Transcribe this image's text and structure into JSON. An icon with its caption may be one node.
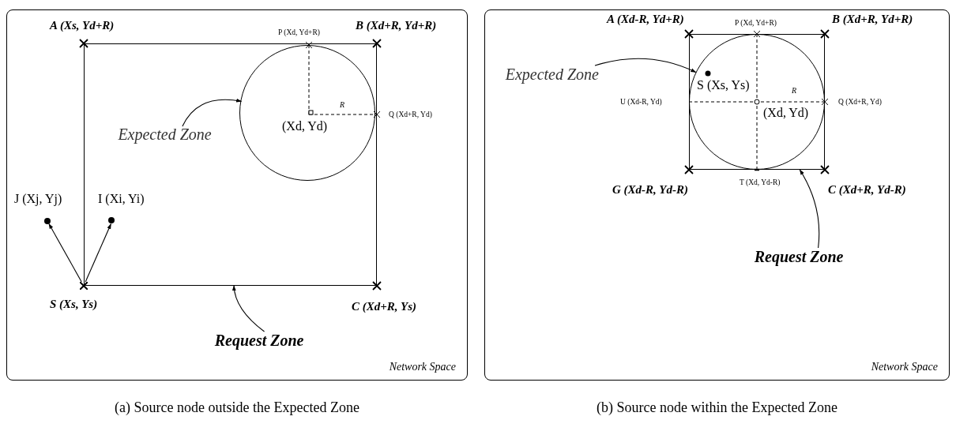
{
  "diagram": {
    "nodes": [
      {
        "text": [
          "Network Space"
        ],
        "beside": [
          "(a) Source node outside the Expected Zone"
        ]
      },
      {
        "text": [],
        "shape": "box",
        "in": 0
      },
      {
        "text": [],
        "shape": "circle",
        "in": 1
      },
      {
        "text": [
          "Expected Zone"
        ],
        "in": 1
      },
      {
        "text": [
          "Request Zone"
        ],
        "in": 0
      },
      {
        "text": [],
        "shape": "cross",
        "in": 0
      },
      {
        "text": [],
        "shape": "dot",
        "in": 0
      },
      {
        "text": [],
        "shape": "dot",
        "in": 1
      },
      {
        "text": [
          "Network Space"
        ],
        "beside": [
          "(b) Source node within the Expected Zone"
        ]
      },
      {
        "text": [],
        "shape": "box",
        "in": 8
      },
      {
        "text": [],
        "shape": "circle",
        "in": 8
      },
      {
        "text": [
          "Expected Zone"
        ],
        "in": 8
      },
      {
        "text": [
          "Request Zone"
        ],
        "in": 8
      }
    ],
    "edges": [
      {
        "from": 3,
        "to": 2,
        "arrow": "to"
      },
      {
        "from": 4,
        "to": 1,
        "arrow": "to"
      },
      {
        "from": 5,
        "to": 6,
        "arrow": "to"
      },
      {
        "from": 5,
        "to": 7,
        "arrow": "to"
      },
      {
        "from": 11,
        "to": 10,
        "arrow": "to"
      },
      {
        "from": 12,
        "to": 9,
        "arrow": "to"
      }
    ],
    "labels": [
      "A (Xs, Yd+R)",
      "P (Xd, Yd+R)",
      "B (Xd+R, Yd+R)",
      "R",
      "Q (Xd+R, Yd)",
      "(Xd, Yd)",
      "J (Xj, Yj)",
      "I (Xi, Yi)",
      "S (Xs, Ys)",
      "C (Xd+R, Ys)",
      "A (Xd-R, Yd+R)",
      "P (Xd, Yd+R)",
      "B (Xd+R, Yd+R)",
      "S (Xs, Ys)",
      "U (Xd-R, Yd)",
      "R",
      "Q (Xd+R, Yd)",
      "(Xd, Yd)",
      "G (Xd-R, Yd-R)",
      "T (Xd, Yd-R)",
      "C (Xd+R, Yd-R)"
    ]
  }
}
